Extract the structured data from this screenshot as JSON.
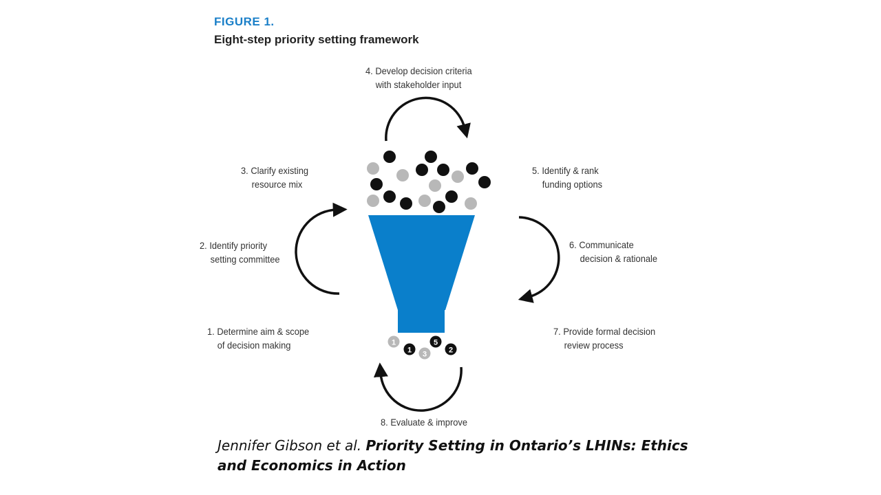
{
  "figure": {
    "label": "FIGURE 1.",
    "title": "Eight-step priority setting framework"
  },
  "steps": [
    {
      "line1": "1. Determine aim & scope",
      "line2": "of decision making"
    },
    {
      "line1": "2. Identify priority",
      "line2": "setting committee"
    },
    {
      "line1": "3. Clarify existing",
      "line2": "resource mix"
    },
    {
      "line1": "4. Develop decision criteria",
      "line2": "with stakeholder input"
    },
    {
      "line1": "5. Identify & rank",
      "line2": "funding options"
    },
    {
      "line1": "6. Communicate",
      "line2": "decision & rationale"
    },
    {
      "line1": "7. Provide formal decision",
      "line2": "review process"
    },
    {
      "line1": "8. Evaluate & improve",
      "line2": ""
    }
  ],
  "ranked_options": [
    "1",
    "1",
    "3",
    "5",
    "2"
  ],
  "colors": {
    "funnel": "#0a7fcb",
    "dark_ball": "#111111",
    "light_ball": "#b8b8b8",
    "label_blue": "#1a7fc8"
  },
  "citation": {
    "authors": "Jennifer Gibson et al.",
    "title": "Priority Setting in Ontario’s LHINs: Ethics and Economics in Action"
  }
}
